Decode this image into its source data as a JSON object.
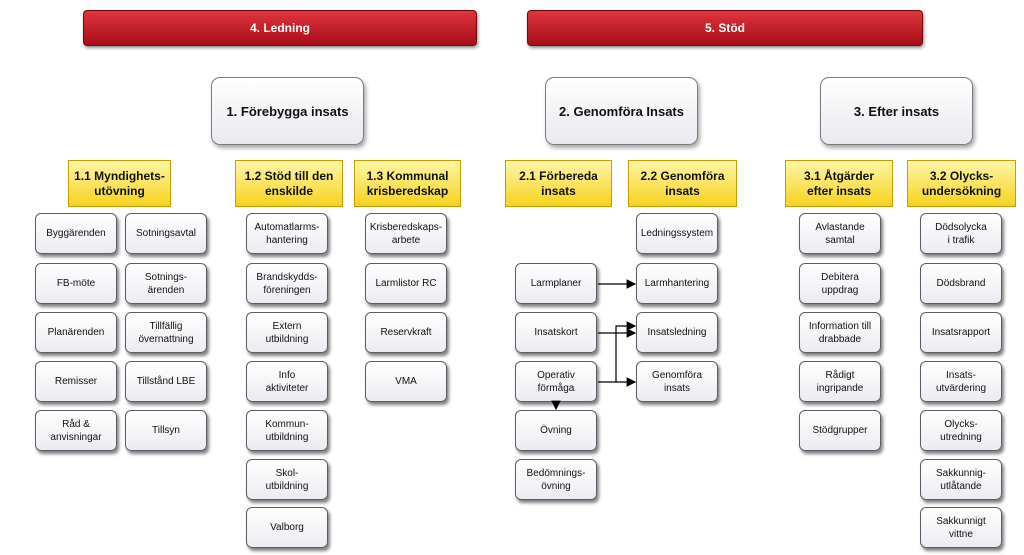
{
  "top_bars": [
    {
      "label": "4. Ledning"
    },
    {
      "label": "5. Stöd"
    }
  ],
  "phases": [
    {
      "label": "1. Förebygga insats"
    },
    {
      "label": "2. Genomföra Insats"
    },
    {
      "label": "3. Efter insats"
    }
  ],
  "categories": {
    "c11": "1.1 Myndighets-\nutövning",
    "c12": "1.2 Stöd till den\nenskilde",
    "c13": "1.3 Kommunal\nkrisberedskap",
    "c21": "2.1 Förbereda\ninsats",
    "c22": "2.2 Genomföra\ninsats",
    "c31": "3.1 Åtgärder\nefter insats",
    "c32": "3.2 Olycks-\nundersökning"
  },
  "items": {
    "c11_left": [
      "Byggärenden",
      "FB-möte",
      "Planärenden",
      "Remisser",
      "Råd &\nanvisningar"
    ],
    "c11_right": [
      "Sotningsavtal",
      "Sotnings-\närenden",
      "Tillfällig\növernattning",
      "Tillstånd LBE",
      "Tillsyn"
    ],
    "c12": [
      "Automatlarms-\nhantering",
      "Brandskydds-\nföreningen",
      "Extern\nutbildning",
      "Info\naktiviteter",
      "Kommun-\nutbildning",
      "Skol-\nutbildning",
      "Valborg"
    ],
    "c13": [
      "Krisberedskaps-\narbete",
      "Larmlistor RC",
      "Reservkraft",
      "VMA"
    ],
    "c21": [
      "Larmplaner",
      "Insatskort",
      "Operativ\nförmåga",
      "Övning",
      "Bedömnings-\növning"
    ],
    "c22": [
      "Ledningssystem",
      "Larmhantering",
      "Insatsledning",
      "Genomföra\ninsats"
    ],
    "c31": [
      "Avlastande\nsamtal",
      "Debitera\nuppdrag",
      "Information till\ndrabbade",
      "Rådigt\ningripande",
      "Stödgrupper"
    ],
    "c32": [
      "Dödsolycka\ni trafik",
      "Dödsbrand",
      "Insatsrapport",
      "Insats-\nutvärdering",
      "Olycks-\nutredning",
      "Sakkunnig-\nutlåtande",
      "Sakkunnigt\nvittne"
    ]
  }
}
